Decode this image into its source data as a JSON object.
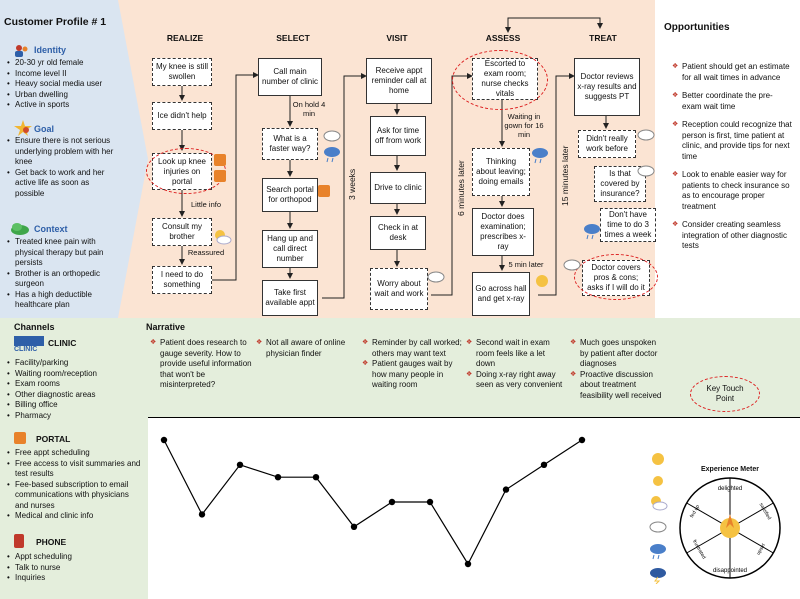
{
  "title": "Customer Profile # 1",
  "identity": {
    "label": "Identity",
    "items": [
      "20-30 yr old female",
      "Income level II",
      "Heavy social media user",
      "Urban dwelling",
      "Active in sports"
    ]
  },
  "goal": {
    "label": "Goal",
    "items": [
      "Ensure there is not serious underlying problem with her knee",
      "Get back to work and her active life as soon as possible"
    ]
  },
  "context": {
    "label": "Context",
    "items": [
      "Treated knee pain with physical therapy but pain persists",
      "Brother is an orthopedic surgeon",
      "Has a high deductible healthcare plan"
    ]
  },
  "stages": [
    "REALIZE",
    "SELECT",
    "VISIT",
    "ASSESS",
    "TREAT"
  ],
  "realize": {
    "steps": [
      "My knee is still swollen",
      "Ice didn't help",
      "Look up knee injuries on portal",
      "Consult my brother",
      "I need to do something"
    ],
    "labels": [
      "Little info",
      "Reassured"
    ]
  },
  "select": {
    "steps": [
      "Call main number of clinic",
      "What is a faster way?",
      "Search portal for orthopod",
      "Hang up and call direct number",
      "Take first available appt"
    ],
    "labels": [
      "On hold 4 min"
    ]
  },
  "visit": {
    "steps": [
      "Receive appt reminder call at home",
      "Ask for time off from work",
      "Drive to clinic",
      "Check in at desk",
      "Worry about wait and work"
    ]
  },
  "assess": {
    "steps": [
      "Escorted to exam room; nurse checks vitals",
      "Thinking about leaving; doing emails",
      "Doctor does examination; prescribes x-ray",
      "Go across hall and get x-ray"
    ],
    "labels": [
      "Waiting in gown for 16 min",
      "5 min later"
    ]
  },
  "treat": {
    "steps": [
      "Doctor reviews x-ray results and suggests PT",
      "Didn't really work before",
      "Is that covered by insurance?",
      "Don't have time to do 3 times a week",
      "Doctor covers pros & cons; asks if I will do it"
    ]
  },
  "gaps": [
    "3 weeks",
    "6 minutes later",
    "15 minutes later"
  ],
  "opportunities": {
    "title": "Opportunities",
    "items": [
      "Patient should get an estimate for all wait times in advance",
      "Better coordinate the pre-exam wait time",
      "Reception could recognize that person is first, time patient at clinic, and provide tips for next time",
      "Look to enable easier way for patients to check insurance so as to encourage proper treatment",
      "Consider creating seamless integration of other diagnostic tests"
    ],
    "key_touch_point": "Key Touch Point"
  },
  "channels": {
    "title": "Channels",
    "clinic": {
      "label": "CLINIC",
      "logo_text": "CLINIC",
      "items": [
        "Facility/parking",
        "Waiting room/reception",
        "Exam rooms",
        "Other diagnostic areas",
        "Billing office",
        "Pharmacy"
      ]
    },
    "portal": {
      "label": "PORTAL",
      "items": [
        "Free appt scheduling",
        "Free access to visit summaries and test results",
        "Fee-based subscription to email communications with physicians and nurses",
        "Medical and clinic  info"
      ]
    },
    "phone": {
      "label": "PHONE",
      "items": [
        "Appt scheduling",
        "Talk to nurse",
        "Inquiries"
      ]
    }
  },
  "narrative": {
    "title": "Narrative",
    "columns": [
      [
        "Patient does research to gauge severity. How to provide useful information that won't be misinterpreted?"
      ],
      [
        "Not all aware of online physician finder"
      ],
      [
        "Reminder by call worked; others may want text",
        "Patient gauges wait by how many people in waiting room"
      ],
      [
        "Second wait in exam room feels like a let down",
        "Doing x-ray right away seen as very convenient"
      ],
      [
        "Much goes unspoken by patient after doctor diagnoses",
        "Proactive discussion about treatment feasibility well received"
      ]
    ]
  },
  "experience_meter": {
    "title": "Experience Meter",
    "segments": [
      "delighted",
      "satisfied",
      "disappointed",
      "upset",
      "fed up",
      "frustrated"
    ]
  },
  "chart_data": {
    "type": "line",
    "values": [
      4,
      1,
      3,
      2.5,
      2.5,
      0.5,
      1.5,
      1.5,
      -1,
      2,
      3,
      4
    ]
  },
  "colors": {
    "accent_red": "#c0392b",
    "identity_blue": "#2e5fa8",
    "portal_orange": "#e8822a",
    "peach": "#fbe4d3",
    "blue_panel": "#dae5f1",
    "green_panel": "#e4eedc"
  }
}
